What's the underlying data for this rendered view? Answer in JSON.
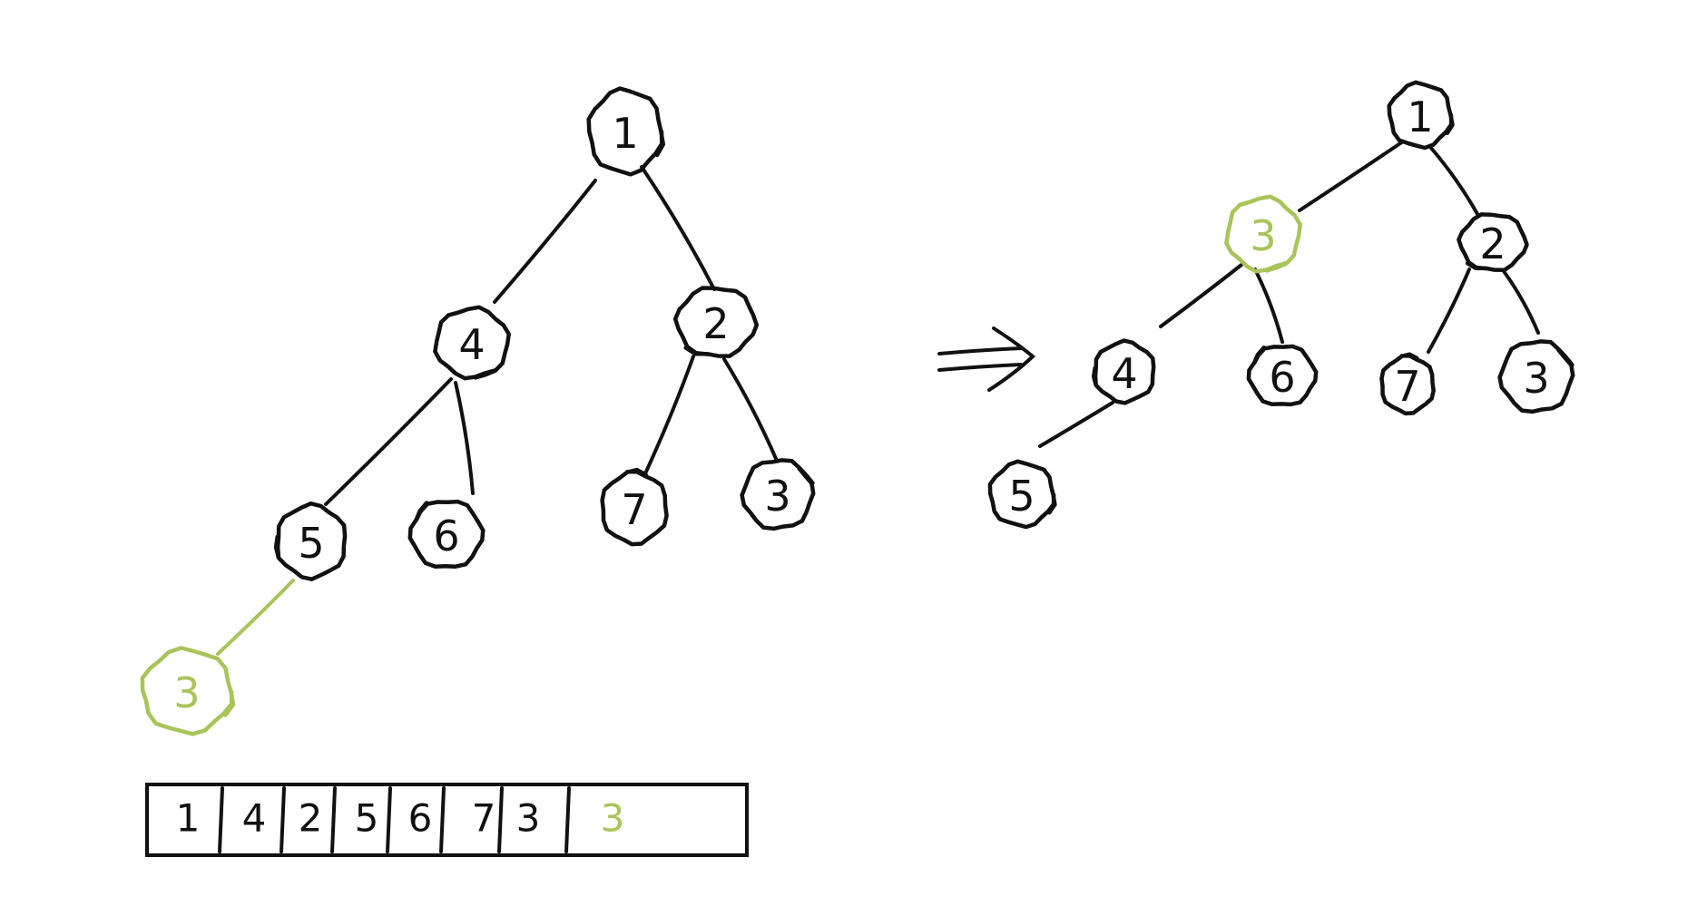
{
  "colors": {
    "ink": "#111111",
    "highlight": "#a9c45a",
    "background": "#ffffff"
  },
  "before_tree": {
    "nodes": [
      {
        "id": "b1",
        "label": "1",
        "state": "normal"
      },
      {
        "id": "b4",
        "label": "4",
        "state": "normal"
      },
      {
        "id": "b2",
        "label": "2",
        "state": "normal"
      },
      {
        "id": "b5",
        "label": "5",
        "state": "normal"
      },
      {
        "id": "b6",
        "label": "6",
        "state": "normal"
      },
      {
        "id": "b7",
        "label": "7",
        "state": "normal"
      },
      {
        "id": "b3",
        "label": "3",
        "state": "normal"
      },
      {
        "id": "b3new",
        "label": "3",
        "state": "inserted"
      }
    ],
    "edges": [
      {
        "from": "b1",
        "to": "b4",
        "state": "normal"
      },
      {
        "from": "b1",
        "to": "b2",
        "state": "normal"
      },
      {
        "from": "b4",
        "to": "b5",
        "state": "normal"
      },
      {
        "from": "b4",
        "to": "b6",
        "state": "normal"
      },
      {
        "from": "b2",
        "to": "b7",
        "state": "normal"
      },
      {
        "from": "b2",
        "to": "b3",
        "state": "normal"
      },
      {
        "from": "b5",
        "to": "b3new",
        "state": "inserted"
      }
    ]
  },
  "arrow_symbol": "⇒",
  "after_tree": {
    "nodes": [
      {
        "id": "a1",
        "label": "1",
        "state": "normal"
      },
      {
        "id": "a3new",
        "label": "3",
        "state": "inserted"
      },
      {
        "id": "a2",
        "label": "2",
        "state": "normal"
      },
      {
        "id": "a4",
        "label": "4",
        "state": "normal"
      },
      {
        "id": "a6",
        "label": "6",
        "state": "normal"
      },
      {
        "id": "a7",
        "label": "7",
        "state": "normal"
      },
      {
        "id": "a3",
        "label": "3",
        "state": "normal"
      },
      {
        "id": "a5",
        "label": "5",
        "state": "normal"
      }
    ],
    "edges": [
      {
        "from": "a1",
        "to": "a3new",
        "state": "normal"
      },
      {
        "from": "a1",
        "to": "a2",
        "state": "normal"
      },
      {
        "from": "a3new",
        "to": "a4",
        "state": "normal"
      },
      {
        "from": "a3new",
        "to": "a6",
        "state": "normal"
      },
      {
        "from": "a2",
        "to": "a7",
        "state": "normal"
      },
      {
        "from": "a2",
        "to": "a3",
        "state": "normal"
      },
      {
        "from": "a4",
        "to": "a5",
        "state": "normal"
      }
    ]
  },
  "array": {
    "cells": [
      {
        "label": "1",
        "state": "normal"
      },
      {
        "label": "4",
        "state": "normal"
      },
      {
        "label": "2",
        "state": "normal"
      },
      {
        "label": "5",
        "state": "normal"
      },
      {
        "label": "6",
        "state": "normal"
      },
      {
        "label": "7",
        "state": "normal"
      },
      {
        "label": "3",
        "state": "normal"
      },
      {
        "label": "3",
        "state": "inserted"
      }
    ]
  }
}
